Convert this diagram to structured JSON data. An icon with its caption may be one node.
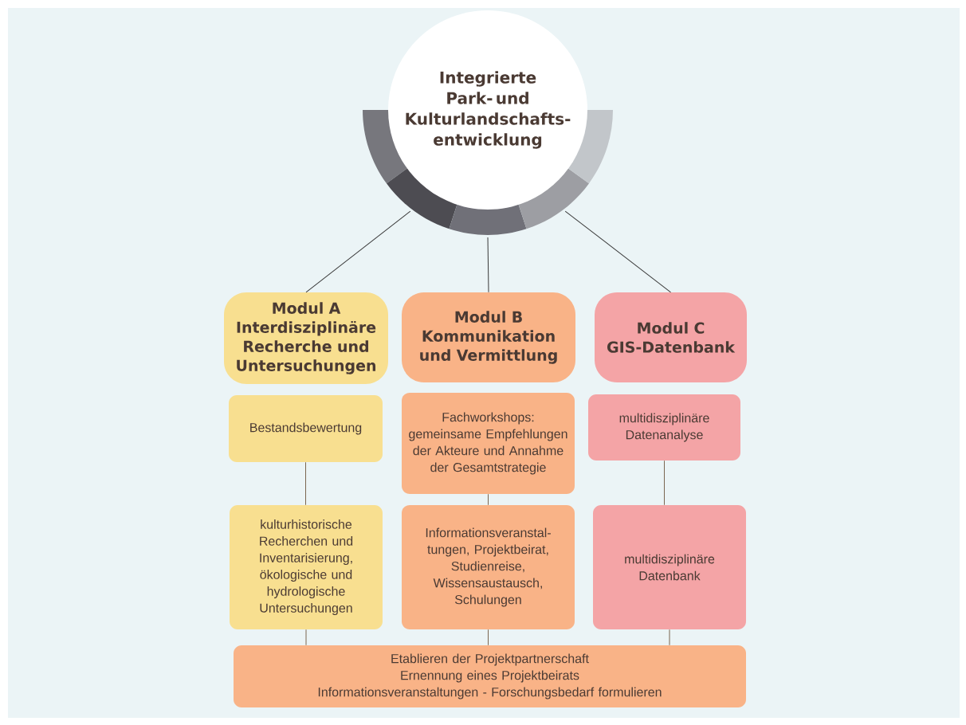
{
  "diagram": {
    "nodes": [
      {
        "text": [
          "Integrierte Park- und Kulturlandschafts- entwicklung"
        ]
      },
      {
        "text": [
          "Modul A",
          "Interdisziplinäre Recherche und Untersuchungen"
        ]
      },
      {
        "text": [
          "Modul B",
          "Kommunikation und Vermittlung"
        ]
      },
      {
        "text": [
          "Modul C",
          "GIS-Datenbank"
        ]
      },
      {
        "text": [
          "Bestandsbewertung"
        ]
      },
      {
        "text": [
          "Fachworkshops: gemeinsame Empfehlungen der Akteure und Annahme der Gesamtstrategie"
        ]
      },
      {
        "text": [
          "multidisziplinäre Datenanalyse"
        ]
      },
      {
        "text": [
          "kulturhistorische Recherchen und Inventarisierung, ökologische und hydrologische Untersuchungen"
        ]
      },
      {
        "text": [
          "Informationsveranstal- tungen, Projektbeirat, Studienreise, Wissensaustausch, Schulungen"
        ]
      },
      {
        "text": [
          "multidisziplinäre Datenbank"
        ]
      },
      {
        "text": [
          "Etablieren der Projektpartnerschaft",
          "Ernennung eines Projektbeirats",
          "Informationsveranstaltungen -  Forschungsbedarf formulieren"
        ]
      }
    ],
    "edges": [
      {
        "from": 0,
        "to": 1,
        "arrow": "none",
        "color": "#3a3a3a"
      },
      {
        "from": 0,
        "to": 2,
        "arrow": "none",
        "color": "#3a3a3a"
      },
      {
        "from": 0,
        "to": 3,
        "arrow": "none",
        "color": "#3a3a3a"
      },
      {
        "from": 4,
        "to": 7,
        "arrow": "none"
      },
      {
        "from": 5,
        "to": 8,
        "arrow": "none"
      },
      {
        "from": 6,
        "to": 9,
        "arrow": "none"
      },
      {
        "from": 7,
        "to": 10,
        "arrow": "none"
      },
      {
        "from": 8,
        "to": 10,
        "arrow": "none"
      },
      {
        "from": 9,
        "to": 10,
        "arrow": "none"
      }
    ]
  }
}
